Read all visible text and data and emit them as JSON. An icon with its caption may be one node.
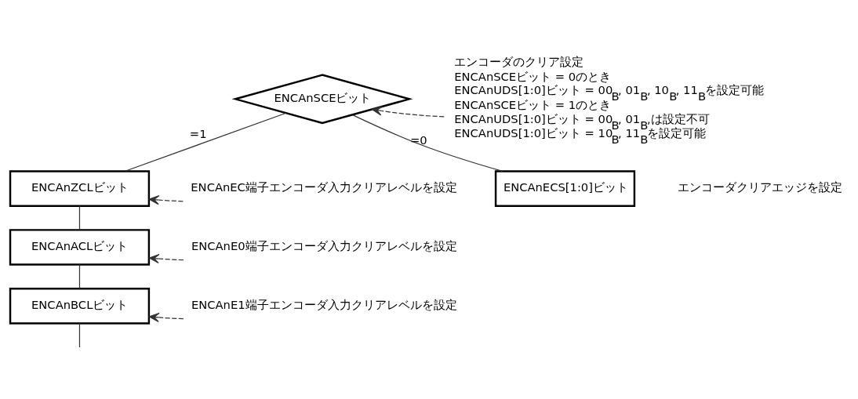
{
  "diagram": {
    "nodes": [
      {
        "text": [
          "ENCAnSCEビット"
        ]
      },
      {
        "text": [
          "ENCAnZCLビット"
        ]
      },
      {
        "text": [
          "ENCAnACLビット"
        ]
      },
      {
        "text": [
          "ENCAnBCLビット"
        ]
      },
      {
        "text": [
          "ENCAnECS[1:0]ビット"
        ]
      },
      {
        "text": [
          "エンコーダのクリア設定",
          "ENCAnSCEビット = 0のとき",
          "ENCAnUDS[1:0]ビット = 00$_{B}$, 01$_{B}$, 10$_{B}$, 11$_{B}$を設定可能",
          "ENCAnSCEビット = 1のとき",
          "ENCAnUDS[1:0]ビット = 00$_{B}$, 01$_{B}$,は設定不可",
          "ENCAnUDS[1:0]ビット = 10$_{B}$, 11$_{B}$を設定可能"
        ]
      },
      {
        "text": [
          "ENCAnEC端子エンコーダ入力クリアレベルを設定"
        ]
      },
      {
        "text": [
          "ENCAnE0端子エンコーダ入力クリアレベルを設定"
        ]
      },
      {
        "text": [
          "ENCAnE1端子エンコーダ入力クリアレベルを設定"
        ]
      }
    ],
    "edges": [
      {
        "from": 0,
        "to": 1,
        "arrow": "none",
        "label": "=1"
      },
      {
        "from": 1,
        "to": 2,
        "arrow": "none"
      },
      {
        "from": 2,
        "to": 3,
        "arrow": "none"
      },
      {
        "from": 3,
        "to": null,
        "arrow": "none"
      },
      {
        "from": 0,
        "to": 4,
        "arrow": "none",
        "label": "=0"
      },
      {
        "from": 5,
        "to": 0,
        "arrow": "to",
        "style": "dashed"
      },
      {
        "from": 6,
        "to": 1,
        "arrow": "to",
        "style": "dashed"
      },
      {
        "from": 7,
        "to": 2,
        "arrow": "to",
        "style": "dashed"
      },
      {
        "from": 8,
        "to": 3,
        "arrow": "to",
        "style": "dashed"
      }
    ],
    "labels": [
      "エンコーダクリアエッジを設定"
    ]
  }
}
